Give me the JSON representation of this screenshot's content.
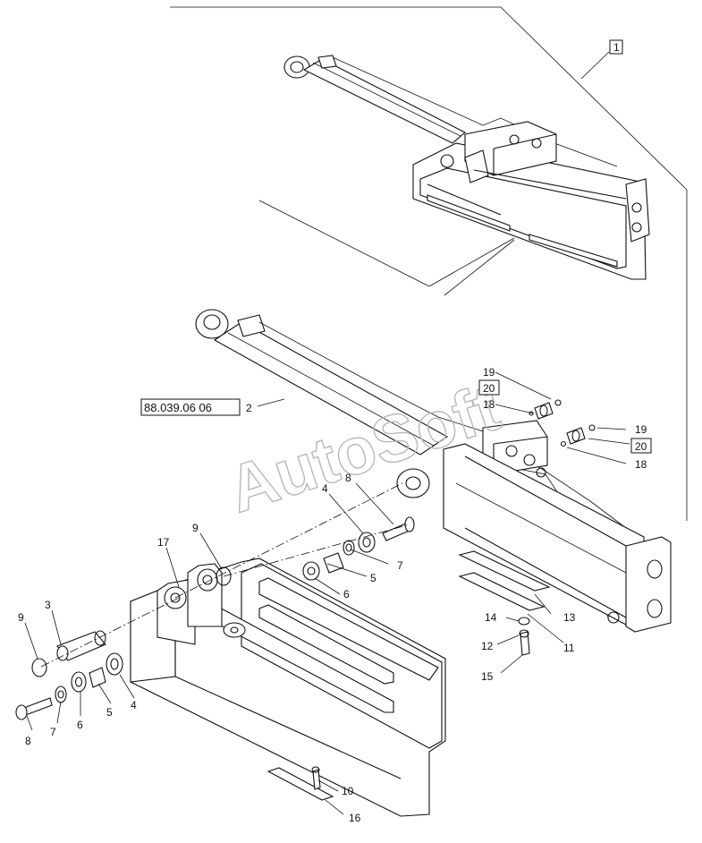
{
  "watermark": "AutoSoft",
  "reference": "88.039.06 06",
  "callouts": {
    "c1": "1",
    "c2": "2",
    "c3": "3",
    "c4a": "4",
    "c4b": "4",
    "c5a": "5",
    "c5b": "5",
    "c6a": "6",
    "c6b": "6",
    "c7a": "7",
    "c7b": "7",
    "c8a": "8",
    "c8b": "8",
    "c9a": "9",
    "c9b": "9",
    "c10": "10",
    "c11": "11",
    "c12": "12",
    "c13": "13",
    "c14": "14",
    "c15": "15",
    "c16": "16",
    "c17": "17",
    "c18a": "18",
    "c18b": "18",
    "c19a": "19",
    "c19b": "19",
    "c20a": "20",
    "c20b": "20"
  }
}
